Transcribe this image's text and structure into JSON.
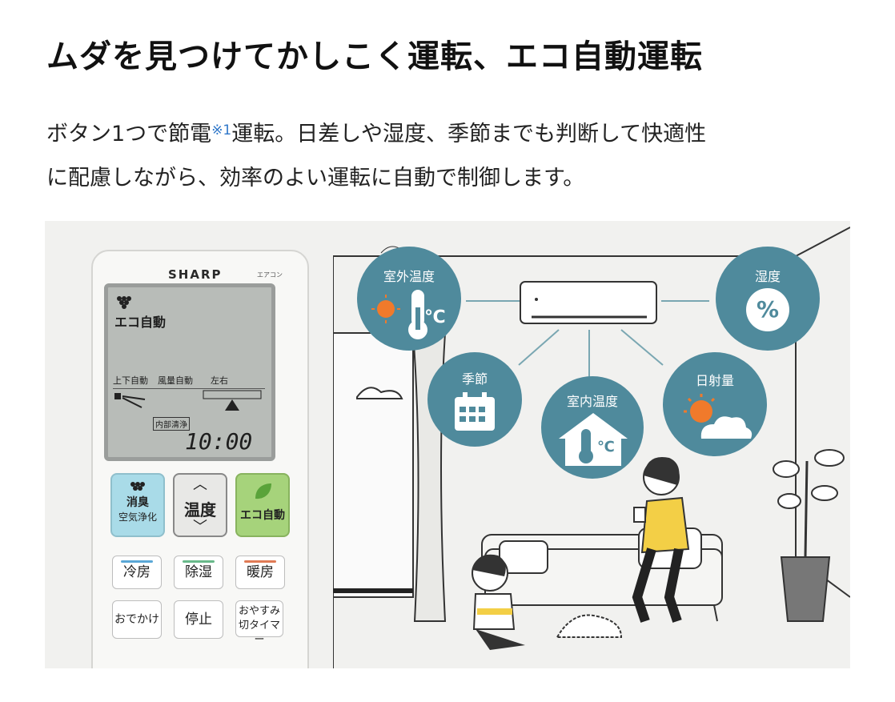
{
  "heading": "ムダを見つけてかしこく運転、エコ自動運転",
  "intro": {
    "line1_pre": "ボタン1つで節電",
    "note": "※1",
    "line1_post": "運転。日差しや湿度、季節までも判断して快適性",
    "line2": "に配慮しながら、効率のよい運転に自動で制御します。"
  },
  "remote": {
    "brand": "SHARP",
    "brand_sub": "エアコン",
    "lcd_mode": "エコ自動",
    "lcd_labels": [
      "上下自動",
      "風量自動",
      "左右"
    ],
    "lcd_clean": "内部清浄",
    "lcd_time": "10:00",
    "btn_deodorize_line1": "消臭",
    "btn_deodorize_line2": "空気浄化",
    "btn_temp": "温度",
    "btn_eco": "エコ自動",
    "btn_cool": "冷房",
    "btn_dry": "除湿",
    "btn_heat": "暖房",
    "btn_away": "おでかけ",
    "btn_stop": "停止",
    "btn_sleep_line1": "おやすみ",
    "btn_sleep_line2": "切タイマー"
  },
  "sensors": {
    "outdoor_temp": "室外温度",
    "humidity": "湿度",
    "humidity_symbol": "%",
    "season": "季節",
    "indoor_temp": "室内温度",
    "sunlight": "日射量",
    "celsius": "℃"
  },
  "colors": {
    "bubble": "#4f8a9c",
    "eco_button": "#a6d37b",
    "deodorize_button": "#a9dbe8",
    "cool_bar": "#5aa7d6",
    "dry_bar": "#69b98a",
    "heat_bar": "#e07a55"
  }
}
